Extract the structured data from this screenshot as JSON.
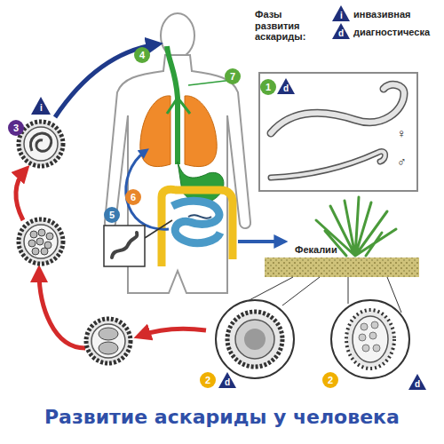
{
  "diagram": {
    "caption": "Развитие аскариды у человека",
    "labels": [
      "Фазы развития аскариды:",
      "i",
      "d",
      "4",
      "7",
      "i",
      "3",
      "1",
      "d",
      "♀",
      "♂",
      "6",
      "5",
      "Фекалии",
      "2",
      "d",
      "2",
      "d"
    ],
    "legend": [
      {
        "text": "инвазивная"
      },
      {
        "text": "диагностическа"
      }
    ]
  }
}
